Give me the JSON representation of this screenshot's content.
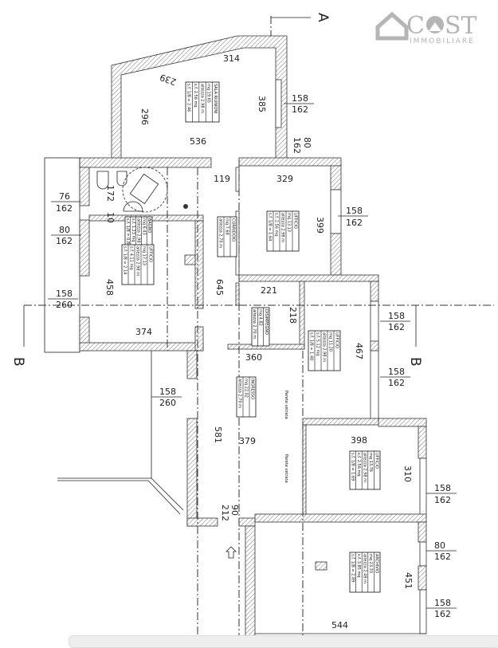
{
  "logo": {
    "brand": "COST",
    "subtitle": "IMMOBILIARE",
    "color": "#b5b5b5"
  },
  "sections": {
    "a": "A",
    "b_left": "B",
    "b_right": "B"
  },
  "rooms": [
    {
      "lines": [
        "SALA RIUNIONI",
        "mq 19.65",
        "altezza 2.98 m",
        "s.f. 2.56 mq",
        "s.f. 1/8 = 2.46"
      ]
    },
    {
      "lines": [
        "BAGNO",
        "mq 6.43",
        "altezza 2.98 m",
        "s.f. 1.23 mq",
        "s.f. 1/8 = 0.80"
      ]
    },
    {
      "lines": [
        "UFFICIO",
        "mq 17.13",
        "altezza 2.98 m",
        "s.f. 4.11 mq",
        "s.f. 1/8 = 2.14"
      ]
    },
    {
      "lines": [
        "CORRIDOIO",
        "mq 7.68",
        "altezza 2.70 m"
      ]
    },
    {
      "lines": [
        "UFFICIO",
        "mq 13.13",
        "altezza 2.98 m",
        "s.f. 2.56 mq",
        "s.f. 1/8 = 1.64"
      ]
    },
    {
      "lines": [
        "DISIMPEGNO",
        "mq 4.82",
        "altezza 2.70 m"
      ]
    },
    {
      "lines": [
        "UFFICIO",
        "mq 11.20",
        "altezza 2.98 m",
        "s.f. 5.12 mq",
        "s.f. 1/8 = 1.40"
      ]
    },
    {
      "lines": [
        "INGRESSO",
        "mq 22.02",
        "altezza 2.70 m"
      ]
    },
    {
      "lines": [
        "UFFICIO",
        "mq 13.76",
        "altezza 2.98 m",
        "s.f. 2.56 mq",
        "s.f. 1/8 = 1.69"
      ]
    },
    {
      "lines": [
        "ARCHIVIO",
        "mq 23.33",
        "altezza 2.49 m",
        "s.f. 3.85 mq",
        "s.f. 1/8 = 2.89"
      ]
    }
  ],
  "notes": [
    "Parete vetrata",
    "Parete vetrata"
  ],
  "dimensions": [
    "314",
    "239",
    "296",
    "536",
    "385",
    "158",
    "162",
    "80",
    "162",
    "119",
    "329",
    "399",
    "158",
    "162",
    "76",
    "162",
    "172",
    "10",
    "80",
    "162",
    "458",
    "158",
    "260",
    "374",
    "645",
    "221",
    "218",
    "360",
    "158",
    "162",
    "467",
    "158",
    "162",
    "158",
    "260",
    "581",
    "379",
    "398",
    "310",
    "158",
    "162",
    "90",
    "212",
    "80",
    "162",
    "451",
    "158",
    "162",
    "544"
  ]
}
